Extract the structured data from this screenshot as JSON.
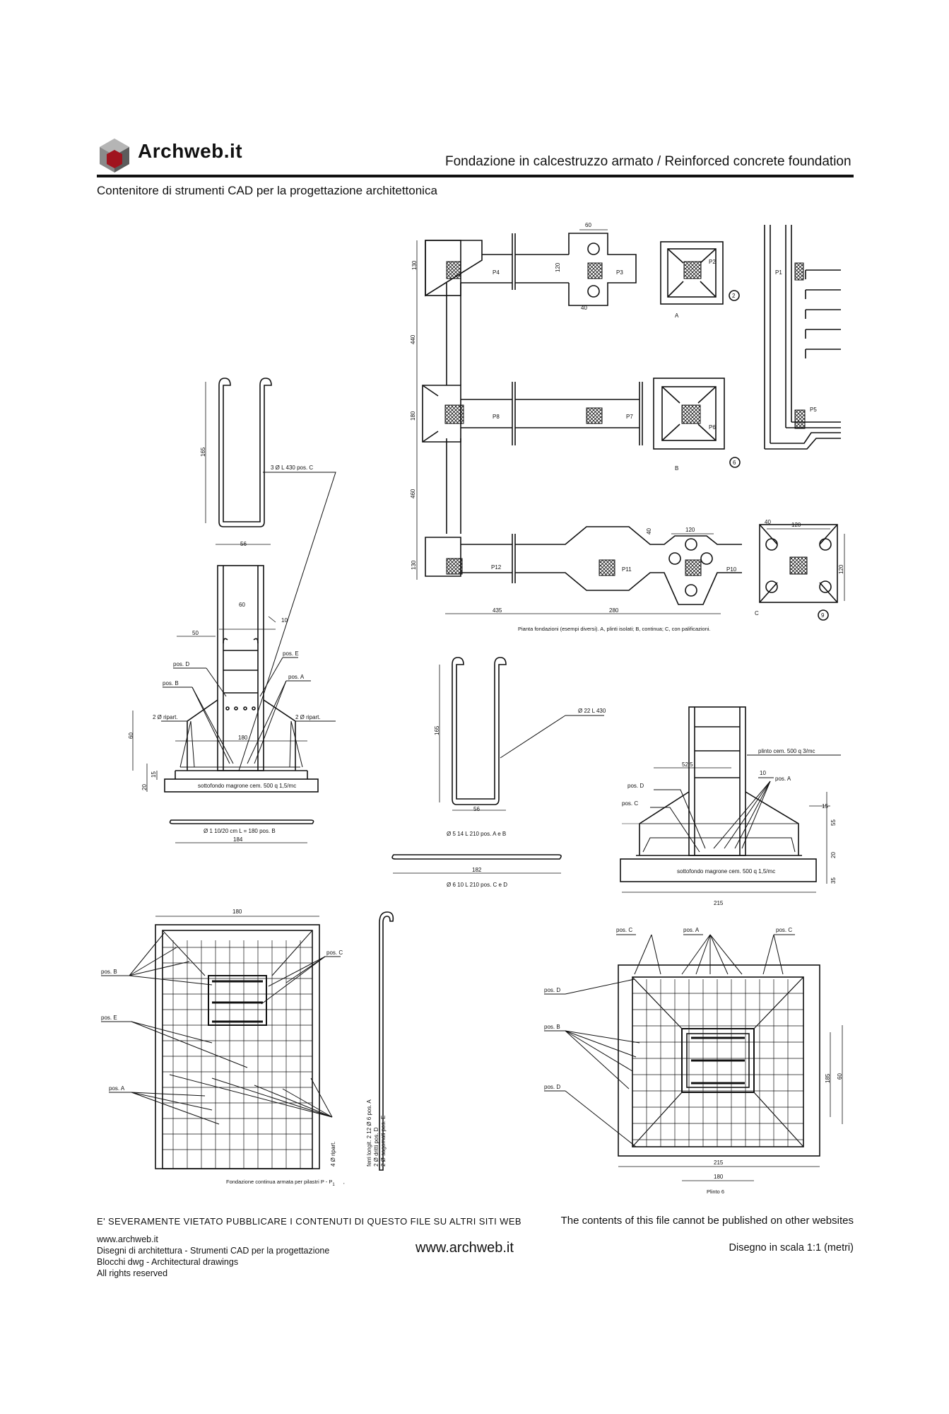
{
  "header": {
    "brand": "Archweb.it",
    "title": "Fondazione in calcestruzzo armato   /  Reinforced concrete foundation",
    "subtitle": "Contenitore di strumenti CAD per la progettazione architettonica"
  },
  "drawing": {
    "plan": {
      "labels": [
        "P4",
        "P3",
        "P2",
        "P1",
        "P8",
        "P7",
        "P6",
        "P5",
        "P12",
        "P11",
        "P10"
      ],
      "letters": [
        "A",
        "B",
        "C"
      ],
      "circled": [
        "2",
        "6",
        "9"
      ],
      "dims": [
        "60",
        "130",
        "120",
        "40",
        "440",
        "180",
        "460",
        "130",
        "40",
        "120",
        "40",
        "120",
        "120",
        "435",
        "280"
      ],
      "caption": "Pianta fondazioni (esempi diversi). A, plinti isolati; B, continua; C, con palificazioni."
    },
    "section_left": {
      "stirrup_label": "3  Ø L 430 pos. C",
      "dims": [
        "165",
        "56",
        "60",
        "10",
        "50",
        "180",
        "60",
        "20",
        "15",
        "184"
      ],
      "pos_labels": [
        "pos. D",
        "pos. B",
        "pos. E",
        "pos. A"
      ],
      "ripart_left": "2  Ø ripart.",
      "ripart_right": "2  Ø ripart.",
      "base_label": "sottofondo magrone cem. 500 q 1,5/mc",
      "bar_label": "Ø   1   10/20 cm L = 180 pos. B"
    },
    "section_mid": {
      "dims": [
        "165",
        "56",
        "182"
      ],
      "bar_label": "Ø 22 L 430",
      "label_5": "Ø 5   14 L 210 pos. A e B",
      "label_6": "Ø 6   10 L 210 pos. C e D"
    },
    "section_right": {
      "plinth_label": "plinto cem. 500 q 3/mc",
      "dims": [
        "52,5",
        "10",
        "15",
        "55",
        "20",
        "35",
        "215"
      ],
      "pos_labels": [
        "pos. D",
        "pos. C",
        "pos. A"
      ],
      "base_label": "sottofondo magrone cem. 500 q 1,5/mc"
    },
    "plan_left": {
      "dim_top": "180",
      "pos_labels": [
        "pos. B",
        "pos. C",
        "pos. E",
        "pos. A"
      ],
      "vertical_labels": [
        "4  Ø ripart.",
        "ferri longit. 2   12 Ø 6 pos. A",
        "2  Ø  dritti pos. D",
        "2  Ø  sagomati pos. E"
      ],
      "caption": "Fondazione continua armata per pilastri P - P",
      "caption_sub": "1",
      "caption_tail": ","
    },
    "plan_right": {
      "pos_labels_top": [
        "pos. C",
        "pos. A",
        "pos. C"
      ],
      "pos_labels_left": [
        "pos. D",
        "pos. B",
        "pos. D"
      ],
      "dims": [
        "185",
        "60",
        "215",
        "180"
      ],
      "caption": "Plinto 6"
    }
  },
  "footer": {
    "warning_it": "E' SEVERAMENTE VIETATO PUBBLICARE I CONTENUTI DI QUESTO FILE SU ALTRI SITI WEB",
    "warning_en": "The contents of this file cannot be published on other websites",
    "lines": [
      "www.archweb.it",
      "Disegni di architettura - Strumenti CAD  per la progettazione",
      "Blocchi dwg - Architectural drawings",
      "All rights reserved"
    ],
    "url": "www.archweb.it",
    "scale": "Disegno in scala 1:1 (metri)"
  }
}
